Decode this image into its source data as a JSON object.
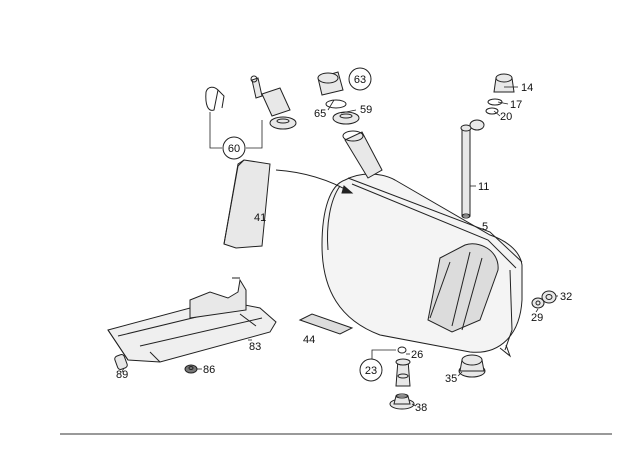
{
  "callouts": [
    {
      "id": "c60",
      "text": "60",
      "circled": true
    },
    {
      "id": "c63",
      "text": "63",
      "circled": true
    },
    {
      "id": "c65",
      "text": "65",
      "circled": false
    },
    {
      "id": "c59",
      "text": "59",
      "circled": false
    },
    {
      "id": "c14",
      "text": "14",
      "circled": false
    },
    {
      "id": "c17",
      "text": "17",
      "circled": false
    },
    {
      "id": "c20",
      "text": "20",
      "circled": false
    },
    {
      "id": "c11",
      "text": "11",
      "circled": false
    },
    {
      "id": "c41",
      "text": "41",
      "circled": false
    },
    {
      "id": "c5",
      "text": "5",
      "circled": false
    },
    {
      "id": "c32",
      "text": "32",
      "circled": false
    },
    {
      "id": "c29",
      "text": "29",
      "circled": false
    },
    {
      "id": "c83",
      "text": "83",
      "circled": false
    },
    {
      "id": "c44",
      "text": "44",
      "circled": false
    },
    {
      "id": "c26",
      "text": "26",
      "circled": false
    },
    {
      "id": "c23",
      "text": "23",
      "circled": true
    },
    {
      "id": "c35",
      "text": "35",
      "circled": false
    },
    {
      "id": "c38",
      "text": "38",
      "circled": false
    },
    {
      "id": "c89",
      "text": "89",
      "circled": false
    },
    {
      "id": "c86",
      "text": "86",
      "circled": false
    }
  ]
}
